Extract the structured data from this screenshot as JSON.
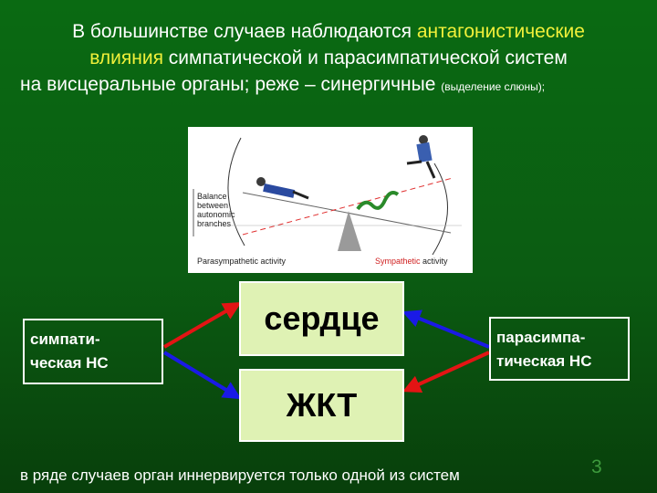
{
  "title": {
    "line1_text": "В большинстве случаев наблюдаются ",
    "line1_highlight": "антагонистические",
    "line2_highlight": "влияния",
    "line2_text": " симпатической и парасимпатической систем",
    "line3_text": "на висцеральные органы; реже – синергичные ",
    "line3_small": "(выделение слюны);"
  },
  "figure": {
    "balance_label": "Balance between autonomic branches",
    "parasympathetic_label": "Parasympathetic activity",
    "sympathetic_label_prefix": "Sympathetic",
    "sympathetic_label_suffix": " activity"
  },
  "boxes": {
    "heart": "сердце",
    "gut": "ЖКТ"
  },
  "sides": {
    "sympathetic": "симпати-\nческая НС",
    "parasympathetic": "парасимпа-\nтическая НС"
  },
  "footer": "в ряде случаев орган иннервируется только одной из систем",
  "page_number": "3",
  "colors": {
    "highlight": "#f0f03a",
    "arrow_red": "#e31414",
    "arrow_blue": "#1a1ae6",
    "box_fill": "#dff2b4"
  }
}
